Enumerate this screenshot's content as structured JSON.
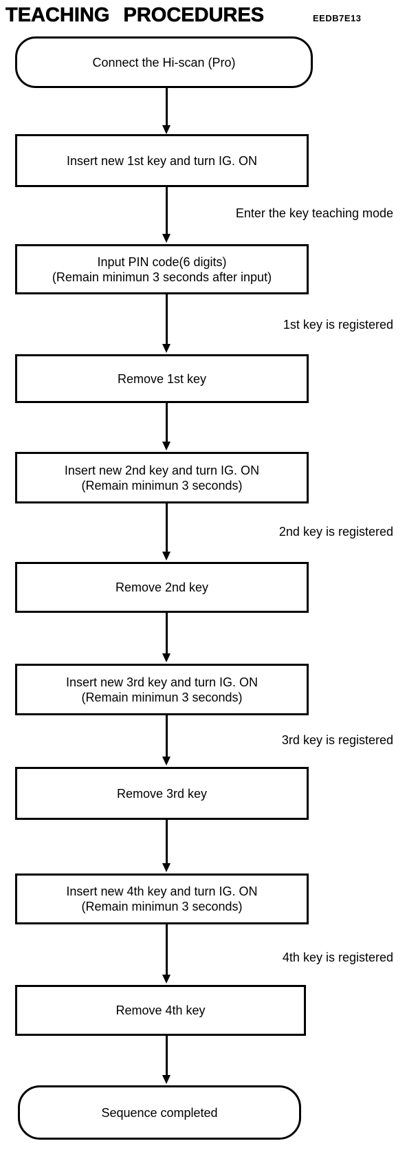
{
  "header": {
    "title": "TEACHING PROCEDURES",
    "code": "EEDB7E13"
  },
  "flowchart": {
    "nodes": [
      {
        "shape": "rounded",
        "lines": [
          "Connect the Hi-scan (Pro)"
        ]
      },
      {
        "shape": "rect",
        "lines": [
          "Insert new 1st key and turn IG. ON"
        ]
      },
      {
        "shape": "rect",
        "lines": [
          "Input PIN code(6 digits)",
          "(Remain minimun 3 seconds after input)"
        ]
      },
      {
        "shape": "rect",
        "lines": [
          "Remove 1st key"
        ]
      },
      {
        "shape": "rect",
        "lines": [
          "Insert new 2nd key and turn IG. ON",
          "(Remain minimun 3 seconds)"
        ]
      },
      {
        "shape": "rect",
        "lines": [
          "Remove 2nd key"
        ]
      },
      {
        "shape": "rect",
        "lines": [
          "Insert new 3rd key and turn IG. ON",
          "(Remain minimun 3 seconds)"
        ]
      },
      {
        "shape": "rect",
        "lines": [
          "Remove 3rd key"
        ]
      },
      {
        "shape": "rect",
        "lines": [
          "Insert new 4th key and turn IG. ON",
          "(Remain minimun 3 seconds)"
        ]
      },
      {
        "shape": "rect",
        "lines": [
          "Remove 4th key"
        ]
      },
      {
        "shape": "rounded",
        "lines": [
          "Sequence completed"
        ]
      }
    ],
    "side_labels": [
      "Enter the key teaching mode",
      "1st key is registered",
      "2nd key is registered",
      "3rd key is registered",
      "4th key is registered"
    ]
  },
  "colors": {
    "ink": "#000000",
    "paper": "#ffffff"
  }
}
